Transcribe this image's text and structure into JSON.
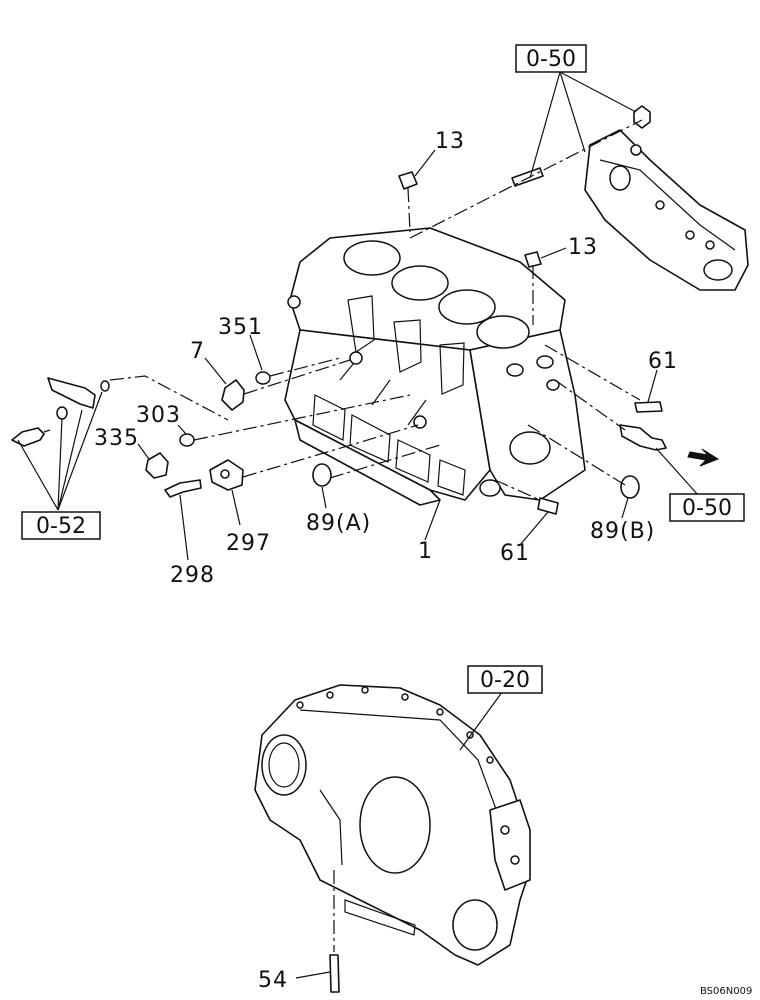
{
  "refs": {
    "ref_0_50_top": "0-50",
    "ref_0_50_right": "0-50",
    "ref_0_52": "0-52",
    "ref_0_20": "0-20"
  },
  "labels": {
    "p13_a": "13",
    "p13_b": "13",
    "p351": "351",
    "p7": "7",
    "p303": "303",
    "p335": "335",
    "p61_a": "61",
    "p61_b": "61",
    "p89a": "89(A)",
    "p89b": "89(B)",
    "p297": "297",
    "p298": "298",
    "p1": "1",
    "p54": "54"
  },
  "drawing_code": "BS06N009"
}
